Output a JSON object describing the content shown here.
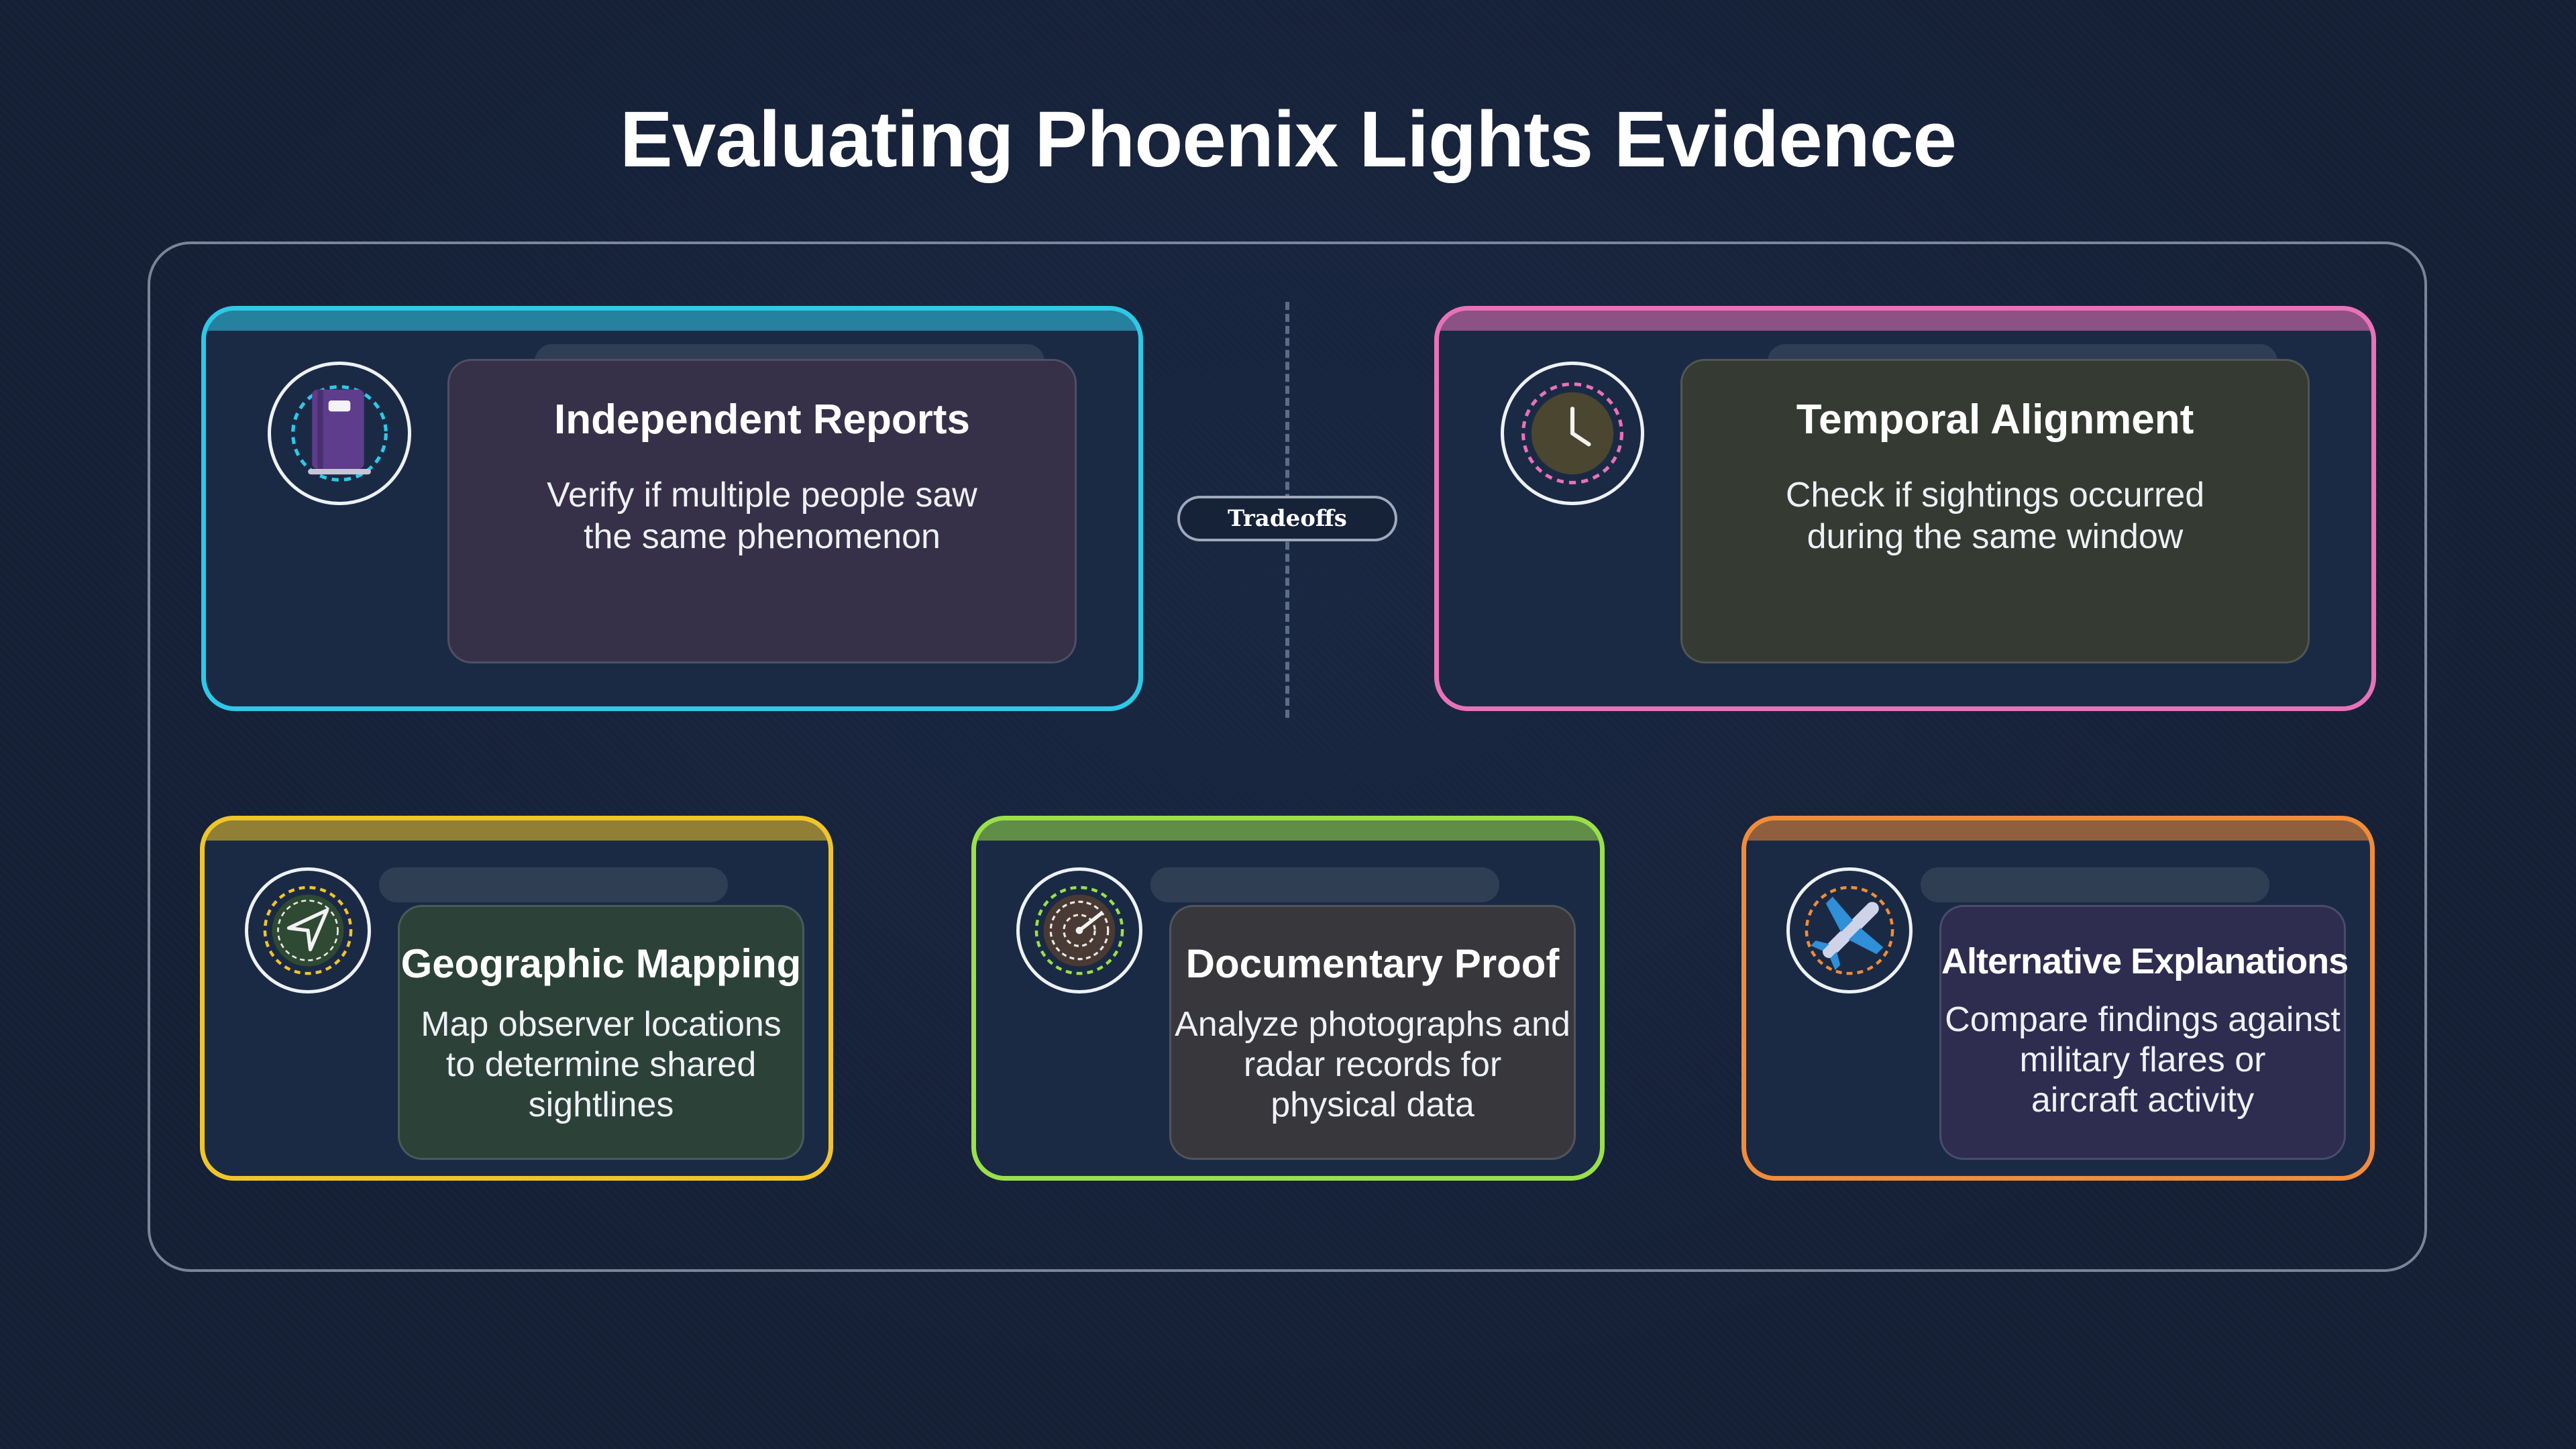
{
  "title": "Evaluating Phoenix Lights Evidence",
  "badge": "Tradeoffs",
  "cards": [
    {
      "title": "Independent Reports",
      "line1": "Verify if multiple people saw",
      "line2": "the same phenomenon",
      "accent": "#2ec8e8",
      "panel": "#363148",
      "icon": "book-icon"
    },
    {
      "title": "Temporal Alignment",
      "line1": "Check if sightings occurred",
      "line2": "during the same window",
      "accent": "#e872b8",
      "panel": "#353b32",
      "icon": "clock-icon"
    },
    {
      "title": "Geographic Mapping",
      "line1": "Map observer locations",
      "line2": "to determine shared",
      "line3": "sightlines",
      "accent": "#f0c52a",
      "panel": "#2c4238",
      "icon": "navigation-arrow-icon"
    },
    {
      "title": "Documentary Proof",
      "line1": "Analyze photographs and",
      "line2": "radar records for",
      "line3": "physical data",
      "accent": "#9ae04a",
      "panel": "#38383c",
      "icon": "radar-icon"
    },
    {
      "title": "Alternative Explanations",
      "line1": "Compare findings against",
      "line2": "military flares or",
      "line3": "aircraft activity",
      "accent": "#f08c3a",
      "panel": "#2e2d50",
      "icon": "airplane-icon"
    }
  ]
}
